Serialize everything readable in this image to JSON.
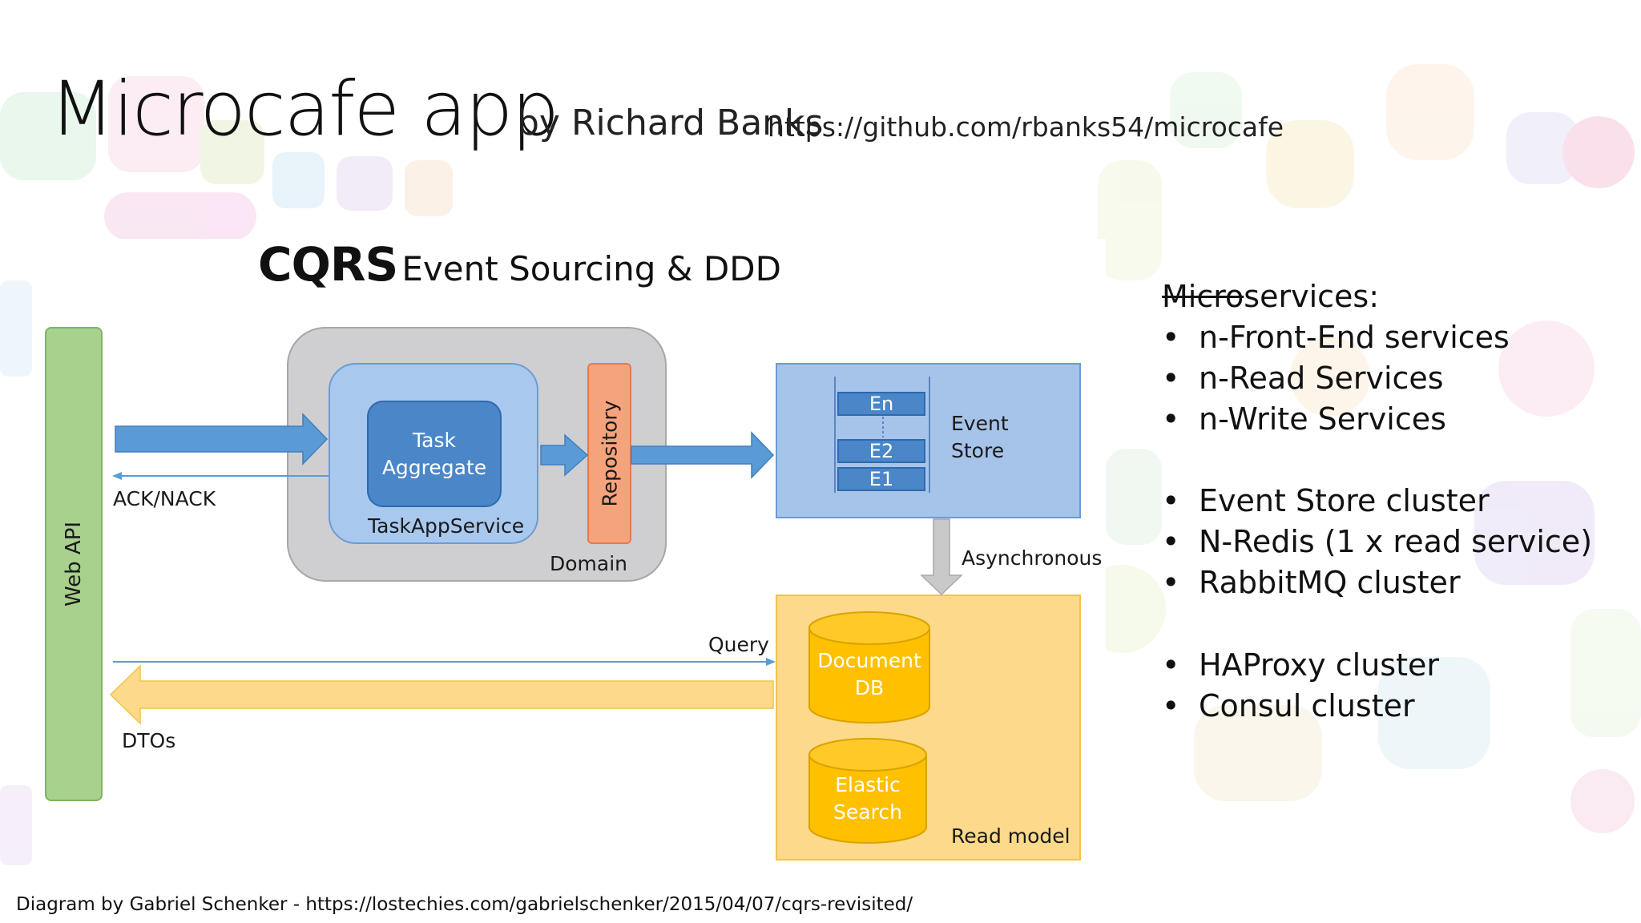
{
  "slide": {
    "title": "Microcafe app",
    "byline": "by Richard Banks",
    "url": "https://github.com/rbanks54/microcafe"
  },
  "diagram": {
    "heading_big": "CQRS",
    "heading_small": "Event Sourcing & DDD",
    "web_api": "Web API",
    "ack_nack": "ACK/NACK",
    "domain": "Domain",
    "service": "TaskAppService",
    "aggregate_line1": "Task",
    "aggregate_line2": "Aggregate",
    "repository": "Repository",
    "event_store_line1": "Event",
    "event_store_line2": "Store",
    "events": [
      "En",
      "E2",
      "E1"
    ],
    "asynchronous": "Asynchronous",
    "query": "Query",
    "dtos": "DTOs",
    "document_db_line1": "Document",
    "document_db_line2": "DB",
    "elastic_line1": "Elastic",
    "elastic_line2": "Search",
    "read_model": "Read model"
  },
  "services": {
    "heading_struck": "Micro",
    "heading_rest": "services:",
    "group1": [
      "n-Front-End services",
      "n-Read Services",
      "n-Write Services"
    ],
    "group2": [
      "Event Store cluster",
      "N-Redis (1 x read service)",
      "RabbitMQ cluster"
    ],
    "group3": [
      "HAProxy cluster",
      "Consul cluster"
    ],
    "bullet_char": "•"
  },
  "footer": {
    "credit": "Diagram by Gabriel Schenker - https://lostechies.com/gabrielschenker/2015/04/07/cqrs-revisited/"
  },
  "colors": {
    "arrow_blue": "#5b9bd5",
    "arrow_yellow": "#fdd98b",
    "cylinder_yellow": "#ffc000",
    "web_api_green": "#a9d18e",
    "repository_orange": "#f4a37d"
  }
}
